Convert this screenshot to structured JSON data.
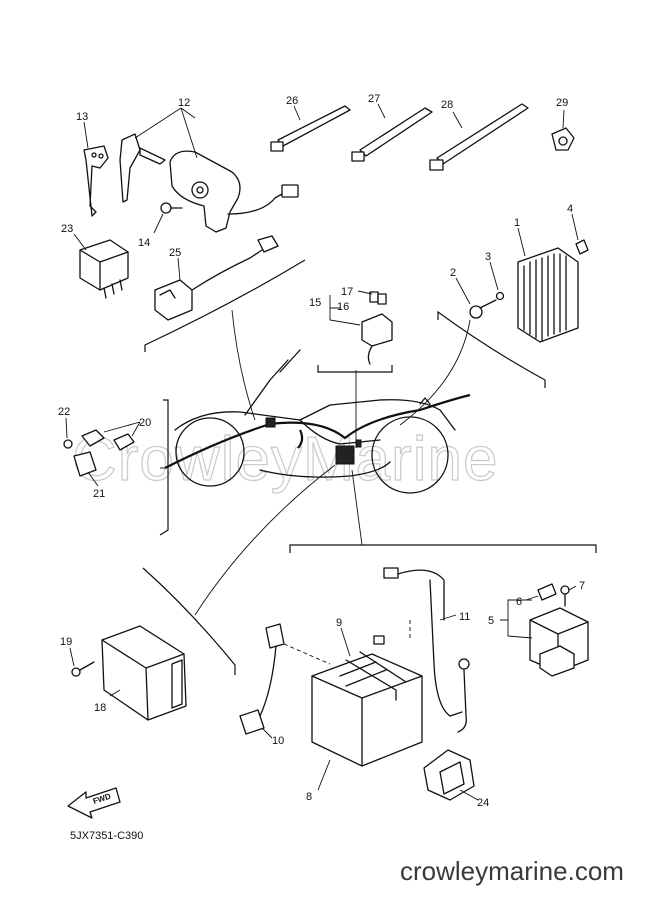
{
  "watermark": "CrowleyMarine",
  "footer_site": "crowleymarine.com",
  "diagram_code": "5JX7351-C390",
  "fwd_label": "FWD",
  "callouts": [
    "1",
    "2",
    "3",
    "4",
    "5",
    "6",
    "7",
    "8",
    "9",
    "10",
    "11",
    "12",
    "13",
    "14",
    "15",
    "16",
    "17",
    "18",
    "19",
    "20",
    "21",
    "22",
    "23",
    "24",
    "25",
    "26",
    "27",
    "28",
    "29"
  ]
}
